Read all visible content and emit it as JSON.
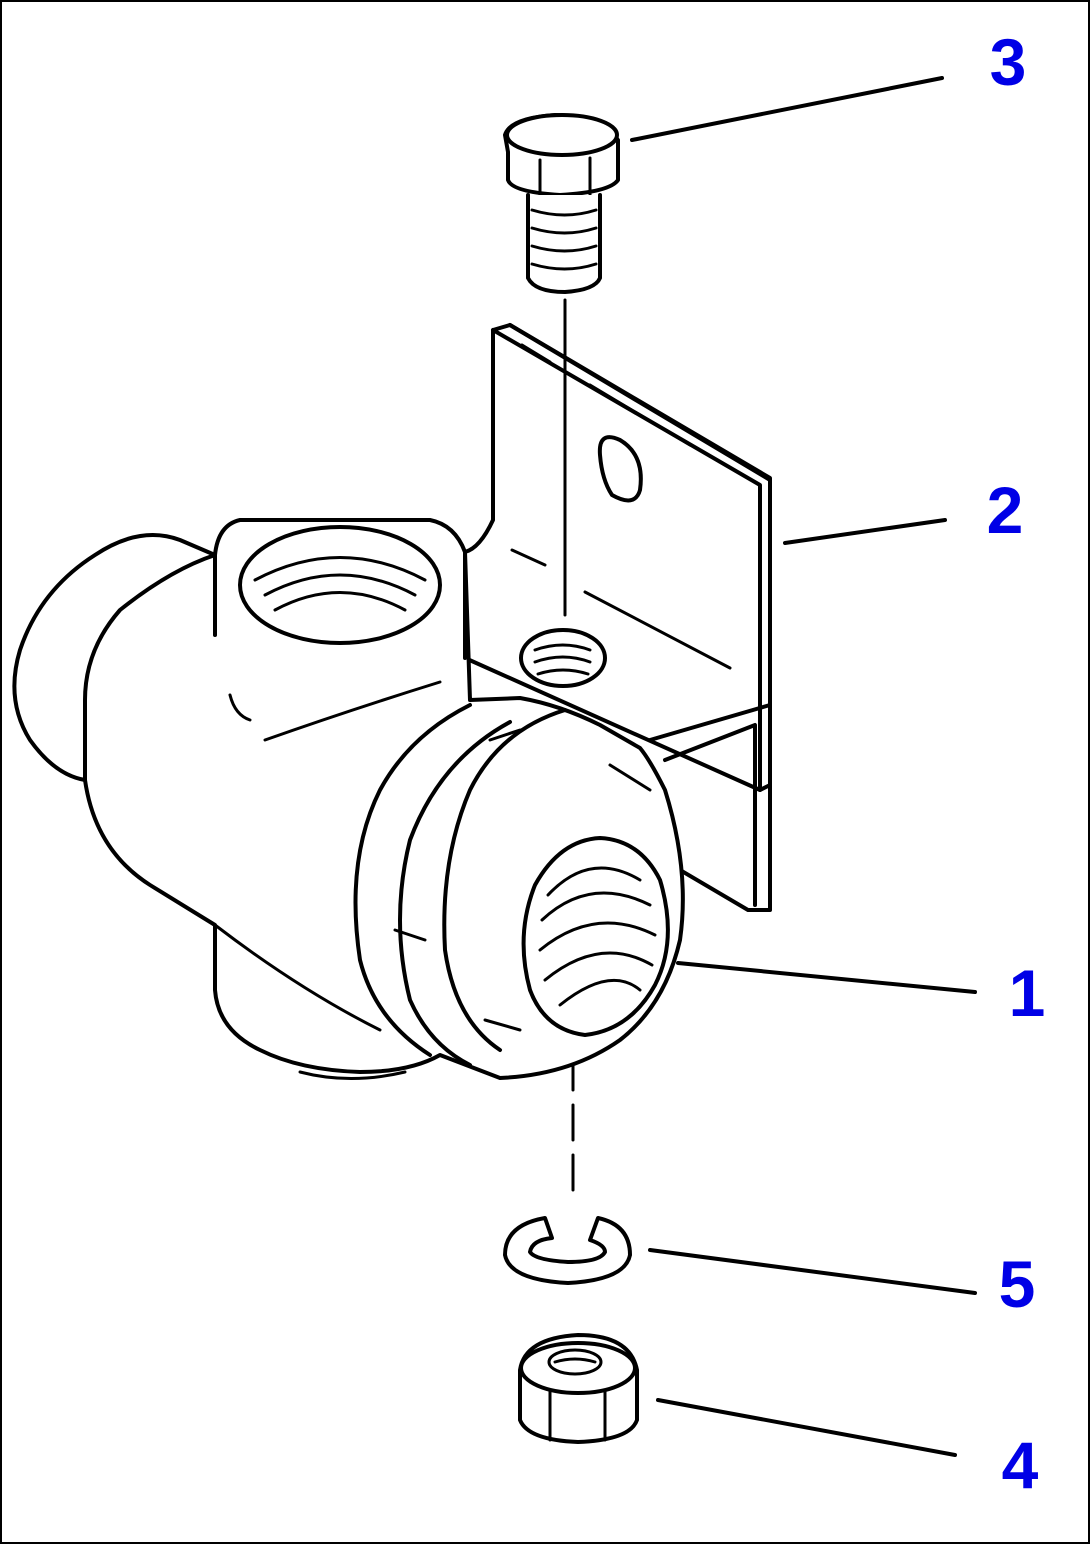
{
  "callouts": [
    {
      "id": "1",
      "label": "1"
    },
    {
      "id": "2",
      "label": "2"
    },
    {
      "id": "3",
      "label": "3"
    },
    {
      "id": "4",
      "label": "4"
    },
    {
      "id": "5",
      "label": "5"
    }
  ],
  "colors": {
    "callout_text": "#0000e6",
    "line_art": "#000000",
    "background": "#ffffff"
  },
  "parts": {
    "1": "valve-body-icon",
    "2": "bracket-icon",
    "3": "bolt-icon",
    "4": "nut-icon",
    "5": "lock-washer-icon"
  }
}
